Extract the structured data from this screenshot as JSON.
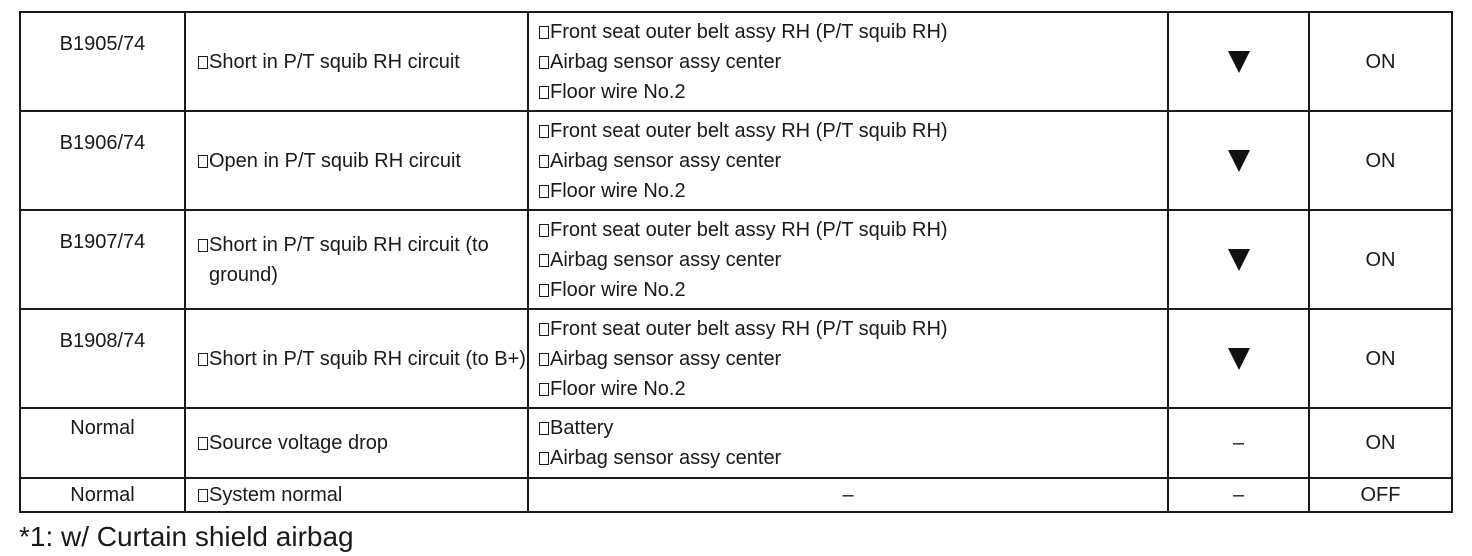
{
  "rows": [
    {
      "code": "B1905/74",
      "cause": "Short in P/T squib RH circuit",
      "parts": [
        "Front seat outer belt assy RH (P/T squib RH)",
        "Airbag sensor assy center",
        "Floor wire No.2"
      ],
      "symbol_text": "",
      "symbol_icon": "down-triangle",
      "light": "ON"
    },
    {
      "code": "B1906/74",
      "cause": "Open in P/T squib RH circuit",
      "parts": [
        "Front seat outer belt assy RH (P/T squib RH)",
        "Airbag sensor assy center",
        "Floor wire No.2"
      ],
      "symbol_text": "",
      "symbol_icon": "down-triangle",
      "light": "ON"
    },
    {
      "code": "B1907/74",
      "cause": "Short in P/T squib RH circuit (to ground)",
      "parts": [
        "Front seat outer belt assy RH (P/T squib RH)",
        "Airbag sensor assy center",
        "Floor wire No.2"
      ],
      "symbol_text": "",
      "symbol_icon": "down-triangle",
      "light": "ON"
    },
    {
      "code": "B1908/74",
      "cause": "Short in P/T squib RH circuit (to B+)",
      "parts": [
        "Front seat outer belt assy RH (P/T squib RH)",
        "Airbag sensor assy center",
        "Floor wire No.2"
      ],
      "symbol_text": "",
      "symbol_icon": "down-triangle",
      "light": "ON"
    },
    {
      "code": "Normal",
      "cause": "Source voltage drop",
      "parts": [
        "Battery",
        "Airbag sensor assy center"
      ],
      "symbol_text": "–",
      "symbol_icon": "",
      "light": "ON"
    },
    {
      "code": "Normal",
      "cause": "System normal",
      "parts_text": "–",
      "symbol_text": "–",
      "symbol_icon": "",
      "light": "OFF"
    }
  ],
  "footnote": "*1: w/ Curtain shield airbag"
}
